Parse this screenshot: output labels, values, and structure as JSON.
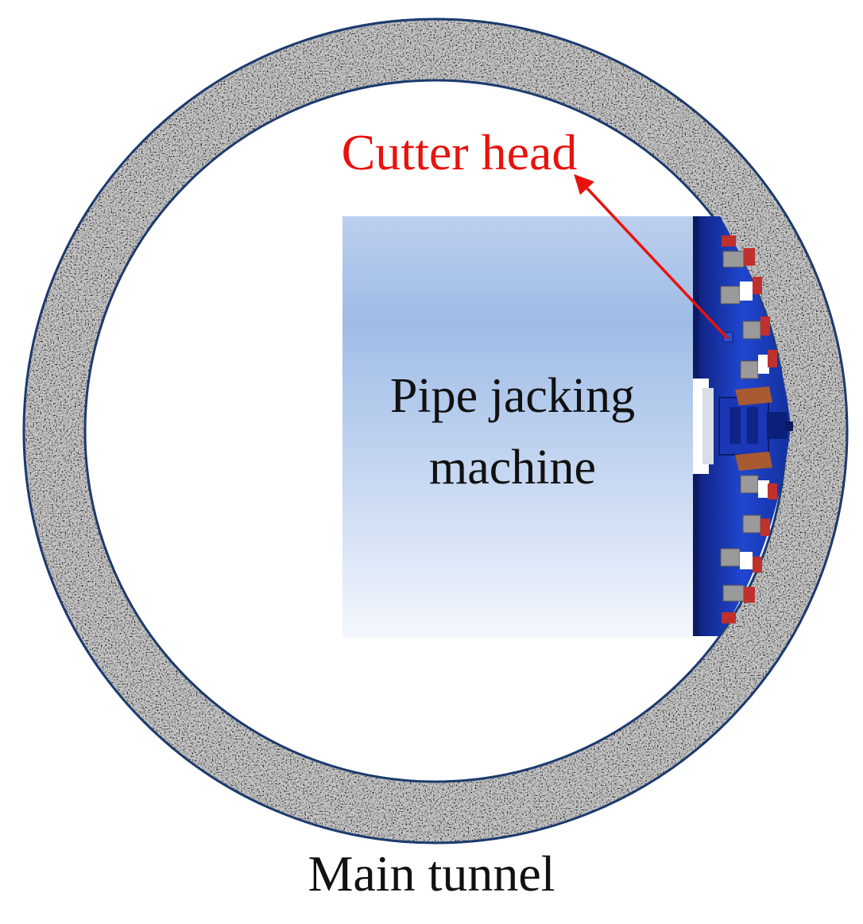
{
  "labels": {
    "cutter_head": "Cutter head",
    "machine_line1": "Pipe jacking",
    "machine_line2": "machine",
    "tunnel": "Main tunnel"
  },
  "colors": {
    "annotation": "#e8120c",
    "ring_outline": "#1c3a6e",
    "machine_top": "#b9cdee",
    "machine_mid": "#9dbbe6",
    "machine_bottom": "#f3f6fd",
    "cutter_blue": "#1d3fc2",
    "cutter_dark": "#0c1f7a",
    "tool_grey": "#9a9a9a",
    "tool_red": "#c0302c",
    "tool_brown": "#a85a30"
  },
  "icons": [
    "concrete-ring",
    "cutter-head",
    "cutter-tool",
    "arrow"
  ]
}
